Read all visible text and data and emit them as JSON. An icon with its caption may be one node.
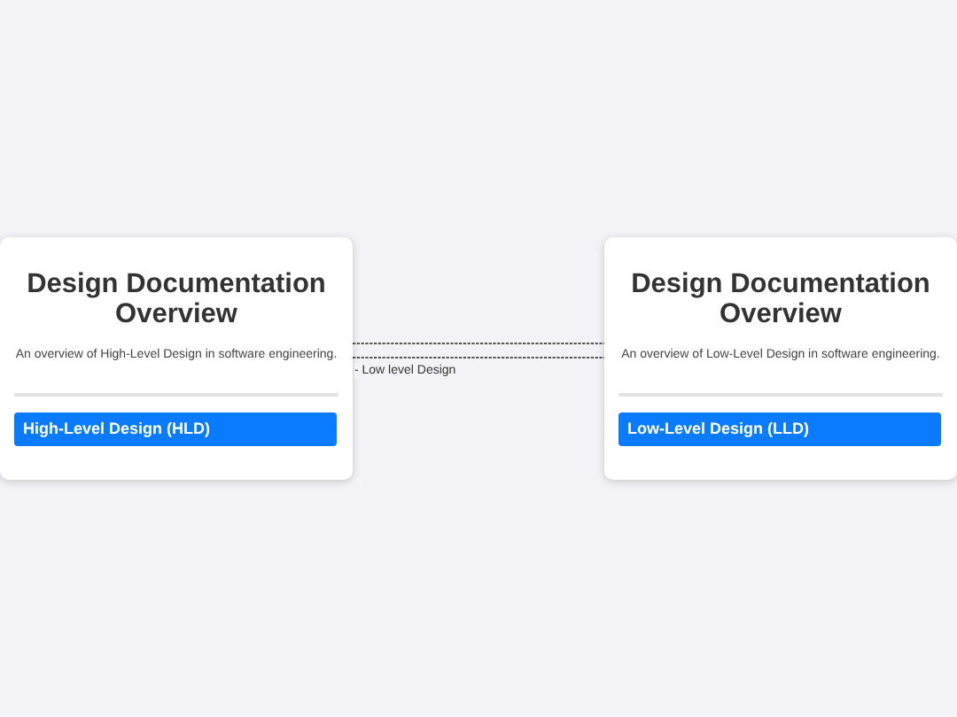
{
  "diagram": {
    "nodes": [
      {
        "text": [
          "Design Documentation Overview",
          "An overview of High-Level Design in software engineering."
        ]
      },
      {
        "text": [
          "High-Level Design (HLD)"
        ],
        "in": 0
      },
      {
        "text": [
          "Design Documentation Overview",
          "An overview of Low-Level Design in software engineering."
        ]
      },
      {
        "text": [
          "Low-Level Design (LLD)"
        ],
        "in": 2
      }
    ],
    "edges": [
      {
        "from": 0,
        "to": 2,
        "arrow": "none",
        "style": "dashed"
      },
      {
        "from": 0,
        "to": 2,
        "arrow": "none",
        "style": "dashed",
        "label": "- Low level Design"
      }
    ]
  }
}
